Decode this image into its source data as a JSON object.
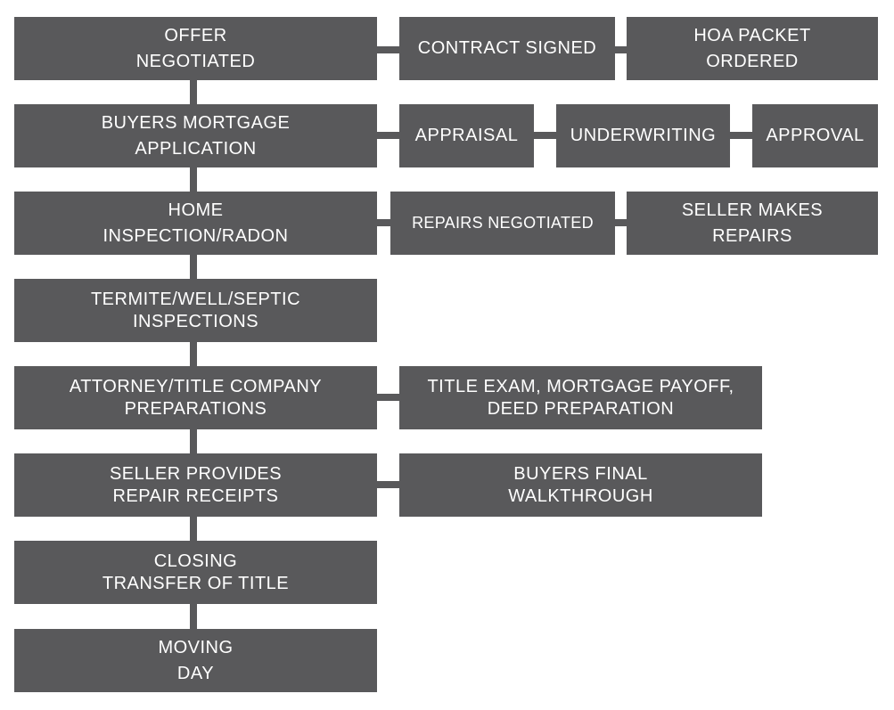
{
  "steps": [
    {
      "label": "OFFER\nNEGOTIATED"
    },
    {
      "label": "BUYERS MORTGAGE\nAPPLICATION"
    },
    {
      "label": "HOME\nINSPECTION/RADON"
    },
    {
      "label": "TERMITE/WELL/SEPTIC\nINSPECTIONS"
    },
    {
      "label": "ATTORNEY/TITLE COMPANY\nPREPARATIONS"
    },
    {
      "label": "SELLER PROVIDES\nREPAIR RECEIPTS"
    },
    {
      "label": "CLOSING\nTRANSFER OF TITLE"
    },
    {
      "label": "MOVING\nDAY"
    }
  ],
  "branches": {
    "offer": [
      "CONTRACT SIGNED",
      "HOA PACKET\nORDERED"
    ],
    "mortgage": [
      "APPRAISAL",
      "UNDERWRITING",
      "APPROVAL"
    ],
    "inspection": [
      "REPAIRS NEGOTIATED",
      "SELLER MAKES\nREPAIRS"
    ],
    "attorney": [
      "TITLE EXAM, MORTGAGE PAYOFF,\nDEED PREPARATION"
    ],
    "receipts": [
      "BUYERS FINAL\nWALKTHROUGH"
    ]
  },
  "colors": {
    "box": "#59595b",
    "text": "#ffffff",
    "background": "#ffffff"
  }
}
